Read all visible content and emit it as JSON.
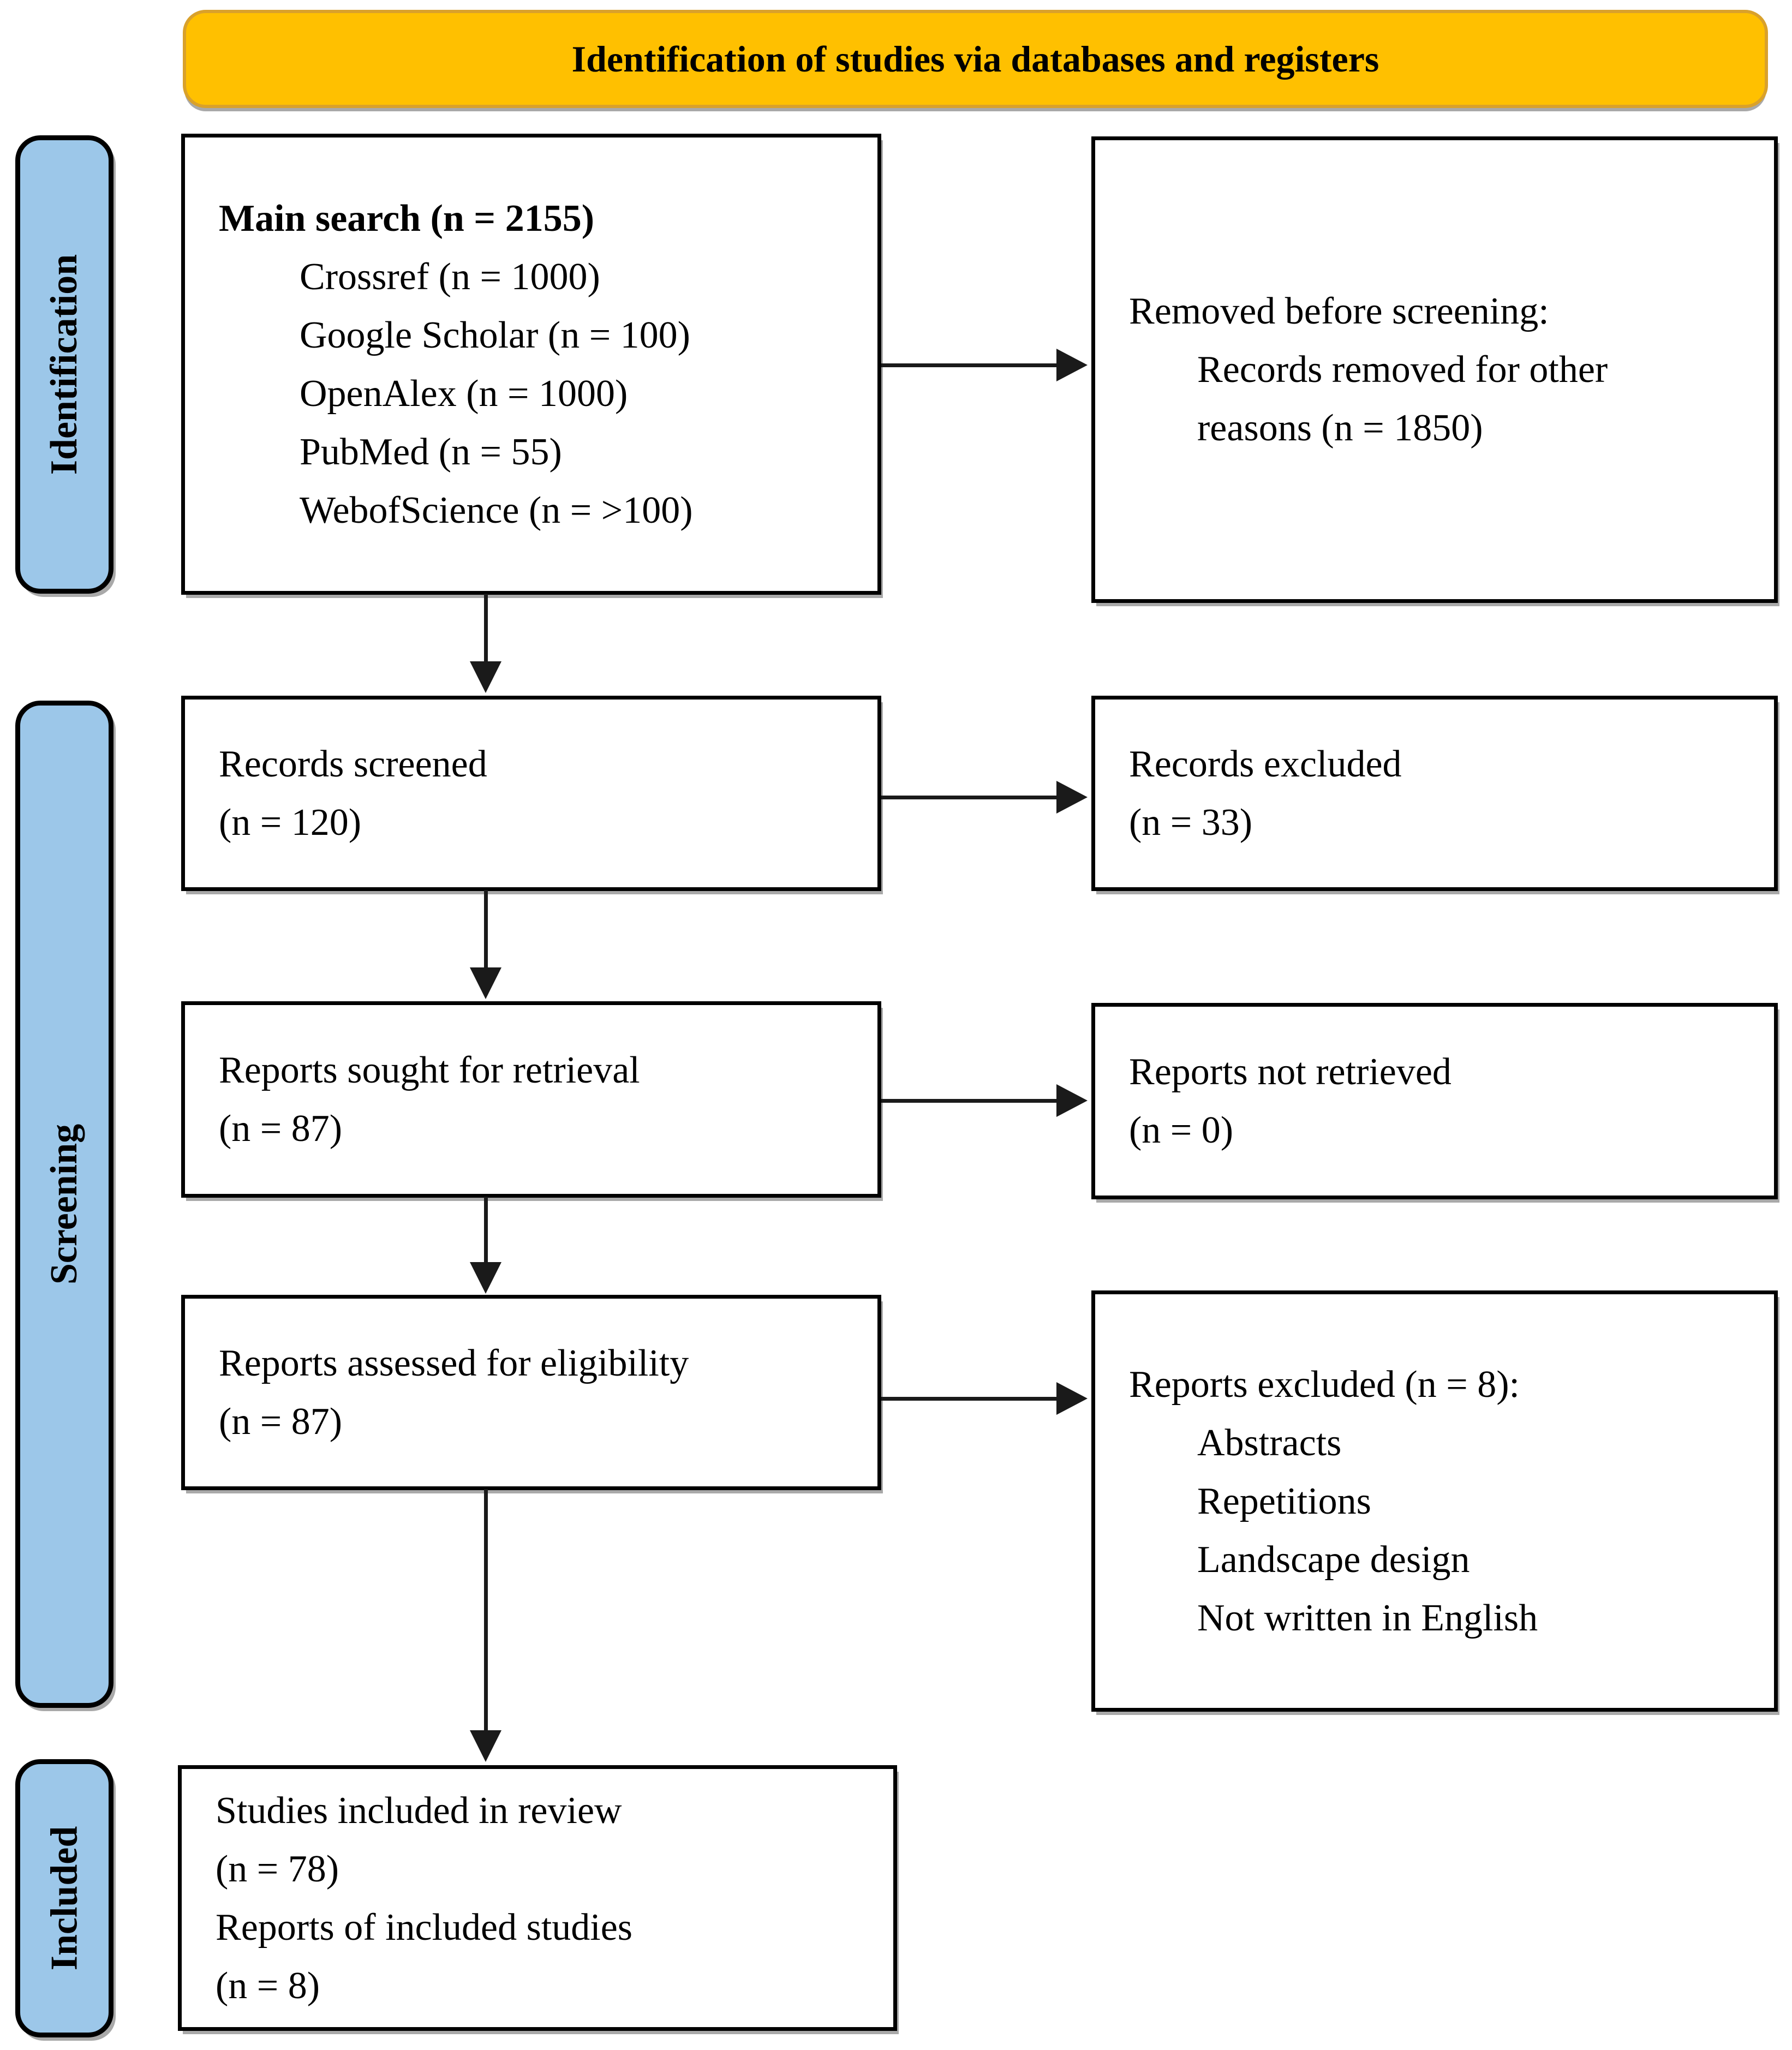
{
  "banner": {
    "title": "Identification of studies via databases and registers"
  },
  "side_labels": {
    "identification": "Identification",
    "screening": "Screening",
    "included": "Included"
  },
  "boxes": {
    "main_search": {
      "title": "Main search (n = 2155)",
      "items": [
        "Crossref (n = 1000)",
        "Google Scholar (n = 100)",
        "OpenAlex (n = 1000)",
        "PubMed (n = 55)",
        "WebofScience (n = >100)"
      ]
    },
    "removed_before_screening": {
      "title": "Removed before screening:",
      "items": [
        "Records removed for other reasons (n = 1850)"
      ]
    },
    "records_screened": {
      "line1": "Records screened",
      "line2": "(n = 120)"
    },
    "records_excluded": {
      "line1": "Records excluded",
      "line2": "(n = 33)"
    },
    "reports_sought": {
      "line1": "Reports sought for retrieval",
      "line2": "(n = 87)"
    },
    "reports_not_retrieved": {
      "line1": "Reports not retrieved",
      "line2": "(n = 0)"
    },
    "reports_assessed": {
      "line1": "Reports assessed for eligibility",
      "line2": "(n = 87)"
    },
    "reports_excluded": {
      "title": "Reports excluded (n = 8):",
      "items": [
        "Abstracts",
        "Repetitions",
        "Landscape design",
        "Not written in English"
      ]
    },
    "included_box": {
      "line1": "Studies included in review",
      "line2": "(n = 78)",
      "line3": "Reports of included studies",
      "line4": "(n = 8)"
    }
  },
  "colors": {
    "banner-bg": "#FFC000",
    "banner-border": "#D9A12B",
    "side-bg": "#9CC7E9",
    "border-black": "#000000",
    "connector": "#1A1A1A",
    "shadow": "#A9A9A9",
    "text": "#000000",
    "page-bg": "#FFFFFF"
  }
}
